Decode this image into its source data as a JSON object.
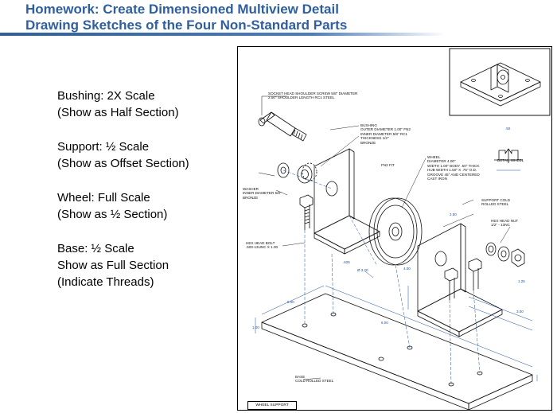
{
  "title": {
    "line1": "Homework: Create Dimensioned  Multiview Detail",
    "line2": "Drawing Sketches of  the Four Non-Standard Parts"
  },
  "notes": [
    {
      "line1": "Bushing: 2X Scale",
      "line2": "(Show as Half Section)"
    },
    {
      "line1": "Support: ½ Scale",
      "line2": "(Show as Offset Section)"
    },
    {
      "line1": "Wheel: Full Scale",
      "line2": "(Show as ½ Section)"
    },
    {
      "line1": "Base: ½ Scale",
      "line2": "Show as Full Section",
      "line3": "(Indicate Threads)"
    }
  ],
  "drawing": {
    "screw": {
      "line1": "SOCKET HEAD SHOULDER SCREW 5/8\" DIAMETER",
      "line2": "2.50\" SHOULDER LENGTH RC1 STEEL"
    },
    "bushing": {
      "line1": "BUSHING",
      "line2": "OUTER DIAMETER 1.00\" FN2",
      "line3": "INNER DIAMETER 5/8\" RC1",
      "line4": "THICKNESS 1/2\"",
      "line5": "BRONZE"
    },
    "wheel": {
      "line1": "WHEEL",
      "line2": "DIAMETER 4.00\"",
      "line3": "WIDTH 1.00\" BODY .50\" THICK",
      "line4": "HUB WIDTH 1.50\" X .75\" O.D.",
      "line5": "GROOVE 45° AND CENTERED",
      "line6": "CAST IRON"
    },
    "washer": {
      "line1": "WASHER",
      "line2": "INNER DIAMETER 5/8\"",
      "line3": "BRONZE"
    },
    "support": {
      "line1": "SUPPORT COLD",
      "line2": "ROLLED STEEL"
    },
    "hex_nut": {
      "line1": "HEX HEAD NUT",
      "line2": "1/2\" - 13NC"
    },
    "hex_bolt": {
      "line1": "HEX HEAD BOLT",
      "line2": ".500-13UNC X 1.00"
    },
    "base": {
      "line1": "BASE",
      "line2": "COLD ROLLED STEEL"
    },
    "detail_wheel": "DETAIL WHEEL",
    "fn2_fit": "FN2 FIT",
    "title_block": "WHEEL SUPPORT",
    "dims": {
      "d_050": ".50",
      "d_250": "2.50",
      "d_380": "Ø 3.20",
      "d_400": "4.00",
      "d_600": "6.00",
      "d_500": "5.00",
      "d_625": ".625",
      "d_125": "1.25",
      "d_300": "3.00",
      "d_100": "1.00"
    }
  },
  "colors": {
    "title": "#2f5f9e",
    "rule": "#4a7cc0",
    "dimension": "#1a4f9e"
  }
}
